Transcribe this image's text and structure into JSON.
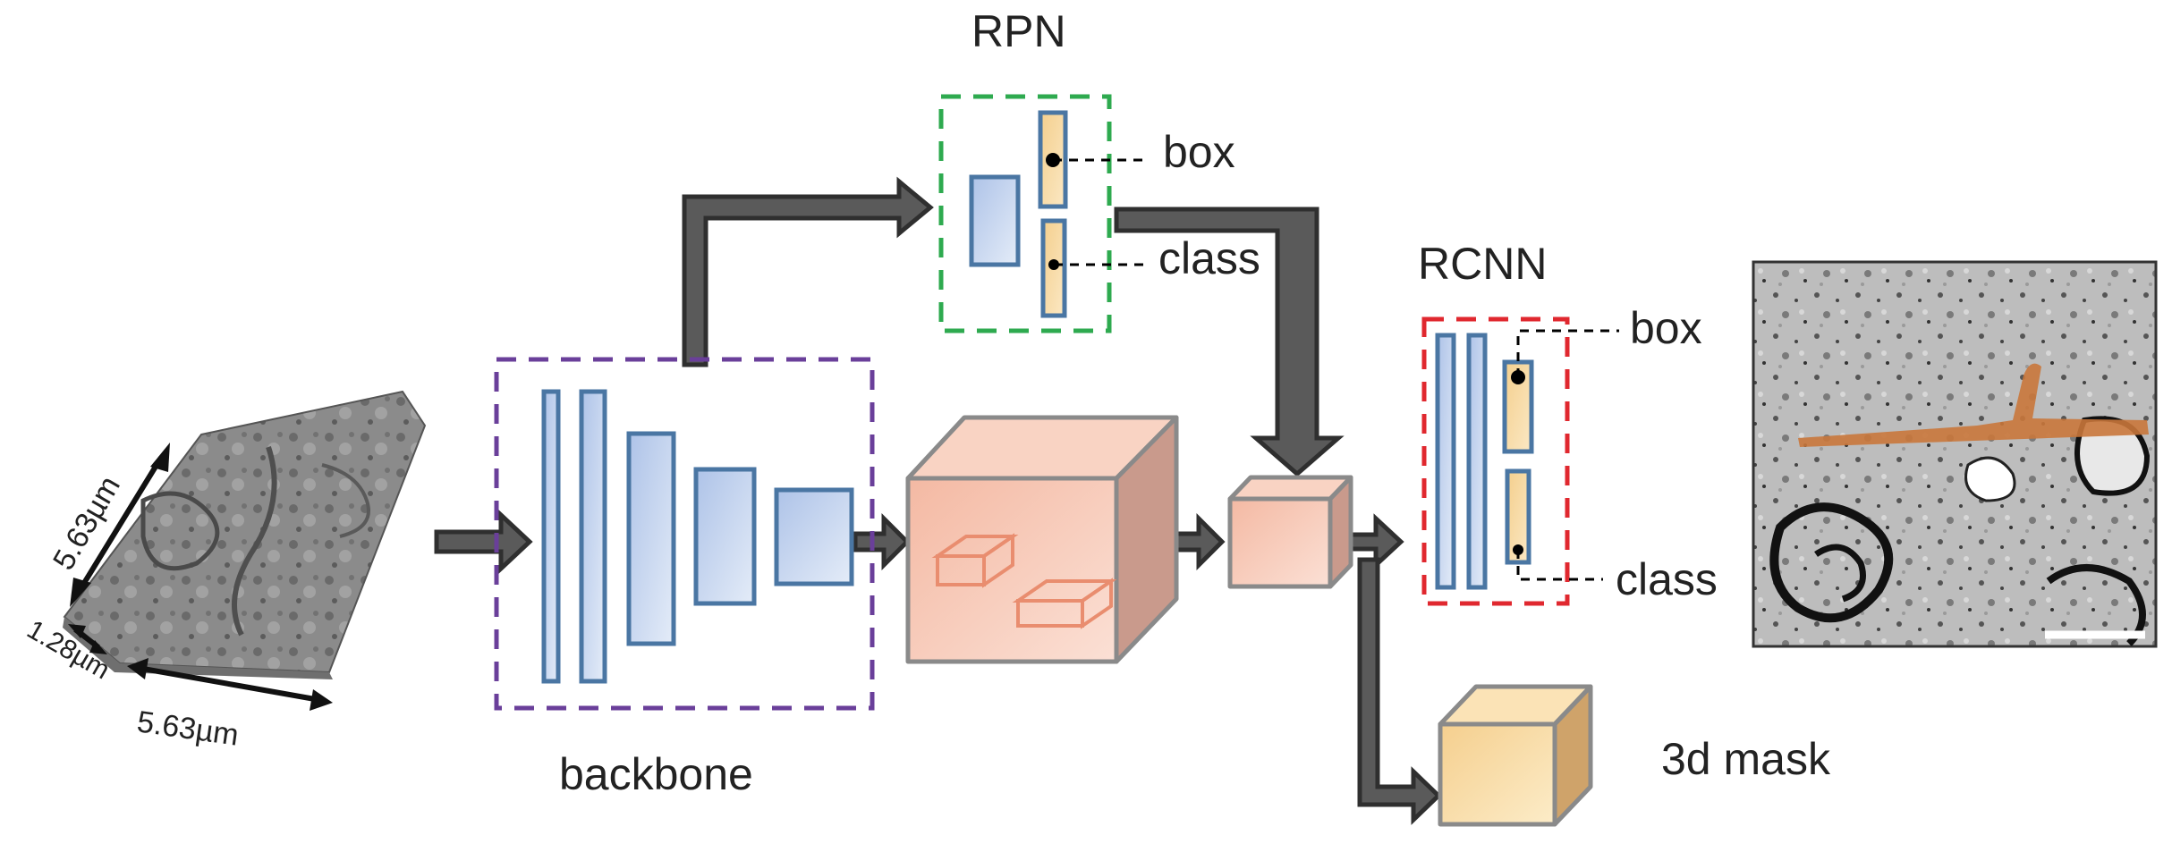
{
  "labels": {
    "rpn": "RPN",
    "rpn_box": "box",
    "rpn_class": "class",
    "rcnn": "RCNN",
    "rcnn_box": "box",
    "rcnn_class": "class",
    "backbone": "backbone",
    "mask": "3d mask"
  },
  "dimensions": {
    "depth_side": "5.63µm",
    "thickness": "1.28µm",
    "width_side": "5.63µm"
  },
  "colors": {
    "arrow_fill": "#5a5a5a",
    "arrow_stroke": "#2f2f2f",
    "layer_fill": "#c5d5ee",
    "layer_stroke": "#4a76a3",
    "head_fill": "#f7d9a2",
    "rpn_border": "#2eaa4f",
    "rcnn_border": "#e0282f",
    "backbone_border": "#6a3f9a",
    "feature_cube": "#f6c2ad",
    "mask_cube": "#f8dca6",
    "segmentation": "#c9773b"
  }
}
